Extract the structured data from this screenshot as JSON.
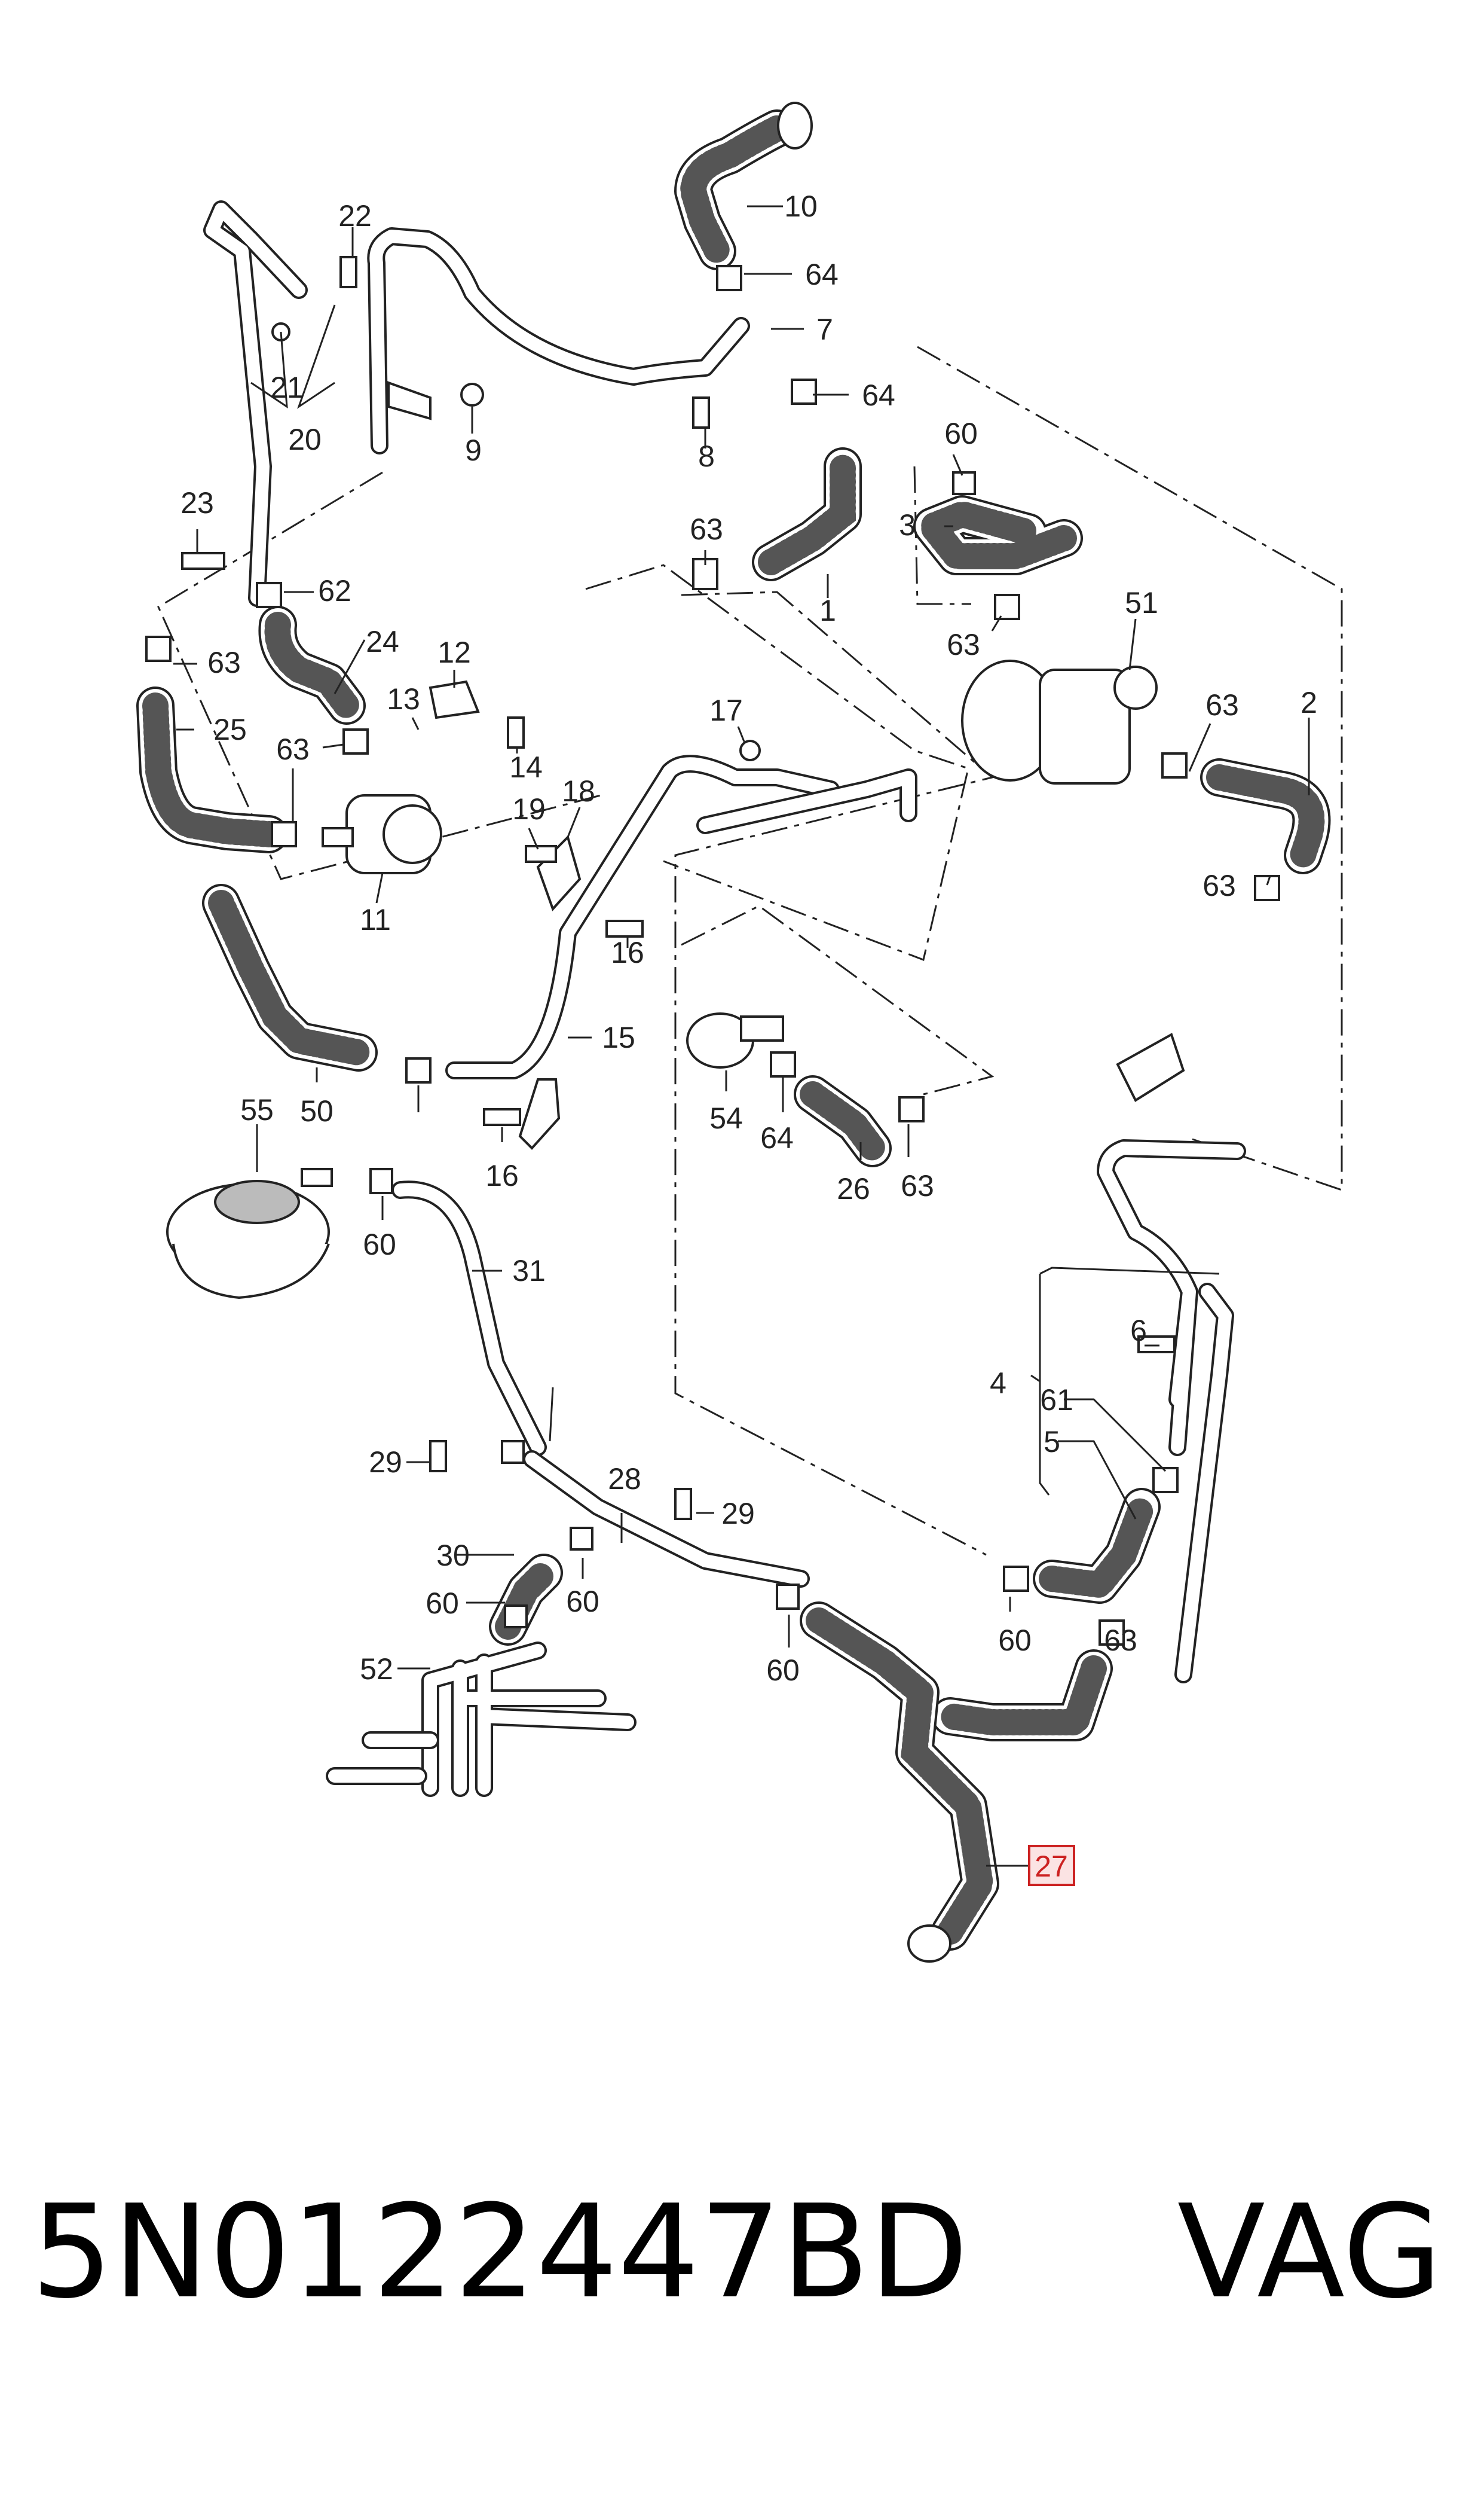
{
  "callouts": [
    "22",
    "10",
    "64",
    "7",
    "21",
    "20",
    "9",
    "8",
    "64",
    "60",
    "23",
    "3",
    "63",
    "62",
    "63",
    "1",
    "51",
    "63",
    "24",
    "12",
    "25",
    "13",
    "63",
    "2",
    "17",
    "14",
    "63",
    "19",
    "18",
    "11",
    "16",
    "15",
    "63",
    "50",
    "55",
    "54",
    "64",
    "26",
    "63",
    "16",
    "60",
    "31",
    "6",
    "4",
    "61",
    "5",
    "60",
    "29",
    "28",
    "29",
    "30",
    "60",
    "60",
    "60",
    "52",
    "63",
    "27"
  ],
  "highlighted_callout": "27",
  "part_number": "5N0122447BD",
  "brand": "VAG"
}
